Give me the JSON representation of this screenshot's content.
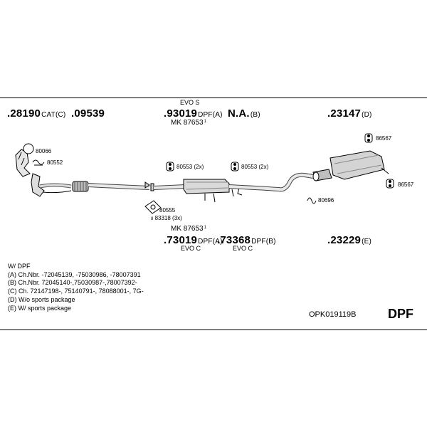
{
  "labels": {
    "evo_s": "EVO S",
    "evo_c_1": "EVO C",
    "evo_c_2": "EVO C"
  },
  "top_parts": [
    {
      "number": ".28190",
      "suffix": "CAT(C)"
    },
    {
      "number": ".09539",
      "suffix": ""
    },
    {
      "number": ".93019",
      "suffix": "DPF(A)"
    },
    {
      "number": "N.A.",
      "suffix": "(B)"
    },
    {
      "number": ".23147",
      "suffix": "(D)"
    }
  ],
  "bottom_parts": [
    {
      "number": ".73019",
      "suffix": "DPF(A)"
    },
    {
      "number": ".73368",
      "suffix": "DPF(B)"
    },
    {
      "number": ".23229",
      "suffix": "(E)"
    }
  ],
  "mk_top": {
    "prefix": "MK",
    "number": "87653",
    "sup": "1"
  },
  "mk_bottom": {
    "prefix": "MK",
    "number": "87653",
    "sup": "1"
  },
  "small_parts": {
    "p80066": "80066",
    "p80552": "80552",
    "p80553a": "80553 (2x)",
    "p80553b": "80553 (2x)",
    "p86567a": "86567",
    "p86567b": "86567",
    "p80696": "80696",
    "p80555": "80555",
    "p83318": "83318 (3x)",
    "p83318_prefix": "8"
  },
  "notes": [
    "W/ DPF",
    "(A) Ch.Nbr. -72045139, -75030986, -78007391",
    "(B) Ch.Nbr. 72045140-,75030987-,78007392-",
    "(C) Ch. 72147198-, 75140791-, 78088001-, 7G-",
    "(D) W/o sports package",
    "(E) W/ sports package"
  ],
  "reference": "OPK019119B",
  "badge": "DPF"
}
